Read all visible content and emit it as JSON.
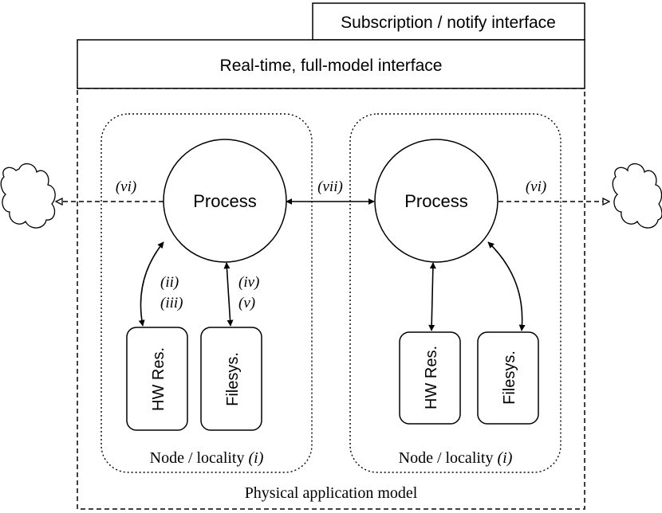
{
  "boxes": {
    "subscription": "Subscription / notify interface",
    "realtime": "Real-time, full-model interface"
  },
  "model_label": "Physical application model",
  "nodes": {
    "left": {
      "process": "Process",
      "hw": "HW Res.",
      "fs": "Filesys.",
      "label_text": "Node / locality ",
      "label_tag": "(i)"
    },
    "right": {
      "process": "Process",
      "hw": "HW Res.",
      "fs": "Filesys.",
      "label_text": "Node / locality ",
      "label_tag": "(i)"
    }
  },
  "annotations": {
    "vi_left": "(vi)",
    "vi_right": "(vi)",
    "vii": "(vii)",
    "ii": "(ii)",
    "iii": "(iii)",
    "iv": "(iv)",
    "v": "(v)"
  }
}
